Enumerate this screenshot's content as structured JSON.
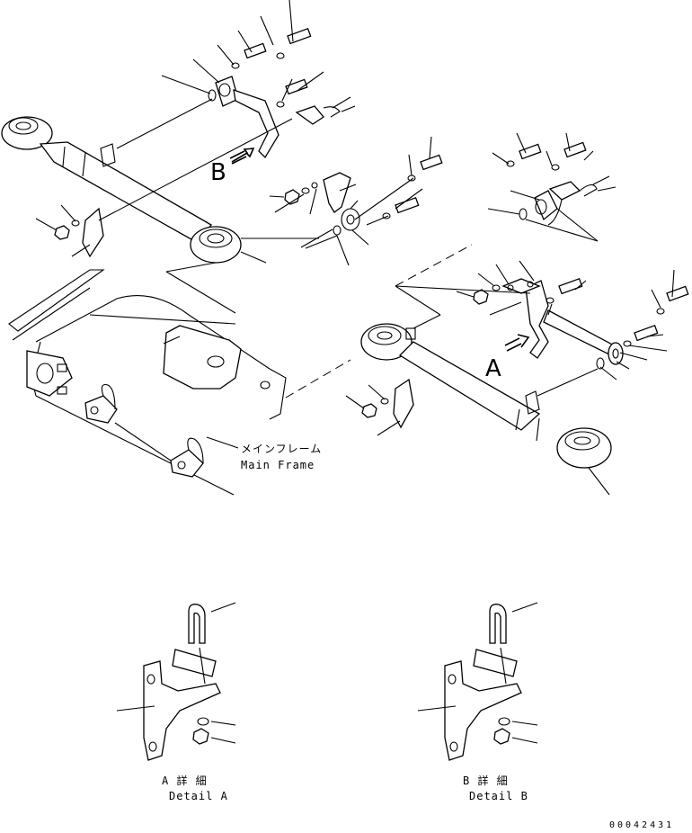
{
  "labels": {
    "main_frame_jp": "メインフレーム",
    "main_frame_en": "Main Frame",
    "view_a": "A",
    "view_b": "B",
    "detail_a_jp": "A 詳 細",
    "detail_a_en": "Detail A",
    "detail_b_jp": "B 詳 細",
    "detail_b_en": "Detail B",
    "drawing_number": "00042431"
  }
}
